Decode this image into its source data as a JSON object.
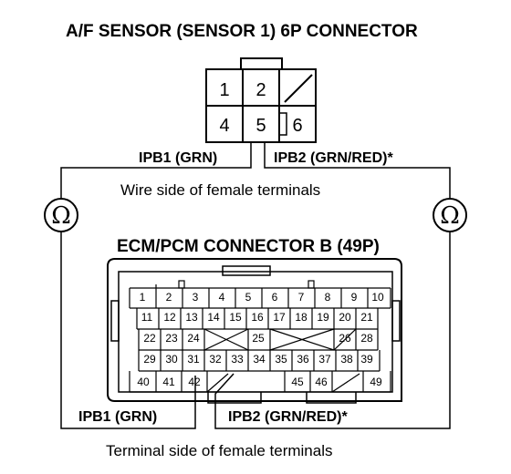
{
  "diagram": {
    "title": "A/F SENSOR (SENSOR 1) 6P CONNECTOR",
    "connector6p": {
      "row1": [
        "1",
        "2",
        ""
      ],
      "row2": [
        "4",
        "5",
        "6"
      ]
    },
    "label_ipb1_top": "IPB1 (GRN)",
    "label_ipb2_top": "IPB2 (GRN/RED)*",
    "caption_wire_side": "Wire side of female terminals",
    "ohm_symbol": "Ω",
    "ecm_title": "ECM/PCM CONNECTOR B (49P)",
    "connector49p": {
      "row1": [
        "1",
        "2",
        "3",
        "4",
        "5",
        "6",
        "7",
        "8",
        "9",
        "10"
      ],
      "row2": [
        "11",
        "12",
        "13",
        "14",
        "15",
        "16",
        "17",
        "18",
        "19",
        "20",
        "21"
      ],
      "row3": [
        "22",
        "23",
        "24",
        "",
        "25",
        "",
        "26",
        "28"
      ],
      "row4": [
        "29",
        "30",
        "31",
        "32",
        "33",
        "34",
        "35",
        "36",
        "37",
        "38",
        "39"
      ],
      "row5": [
        "40",
        "41",
        "42",
        "",
        "45",
        "46",
        "",
        "49"
      ]
    },
    "label_ipb1_bottom": "IPB1 (GRN)",
    "label_ipb2_bottom": "IPB2 (GRN/RED)*",
    "caption_terminal_side": "Terminal side of female terminals"
  }
}
